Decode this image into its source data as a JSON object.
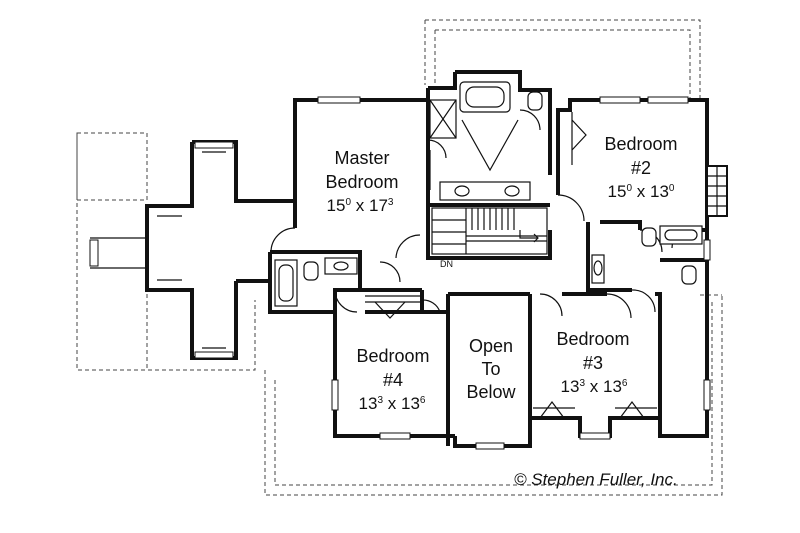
{
  "rooms": {
    "master": {
      "name_1": "Master",
      "name_2": "Bedroom",
      "dim_w": "15",
      "dim_w_sup": "0",
      "dim_x": "x",
      "dim_h": "17",
      "dim_h_sup": "3"
    },
    "bedroom2": {
      "name_1": "Bedroom",
      "name_2": "#2",
      "dim_w": "15",
      "dim_w_sup": "0",
      "dim_x": "x",
      "dim_h": "13",
      "dim_h_sup": "0"
    },
    "bedroom3": {
      "name_1": "Bedroom",
      "name_2": "#3",
      "dim_w": "13",
      "dim_w_sup": "3",
      "dim_x": "x",
      "dim_h": "13",
      "dim_h_sup": "6"
    },
    "bedroom4": {
      "name_1": "Bedroom",
      "name_2": "#4",
      "dim_w": "13",
      "dim_w_sup": "3",
      "dim_x": "x",
      "dim_h": "13",
      "dim_h_sup": "6"
    },
    "open": {
      "line_1": "Open",
      "line_2": "To",
      "line_3": "Below"
    }
  },
  "stairs_label": "DN",
  "copyright": "© Stephen Fuller, Inc."
}
